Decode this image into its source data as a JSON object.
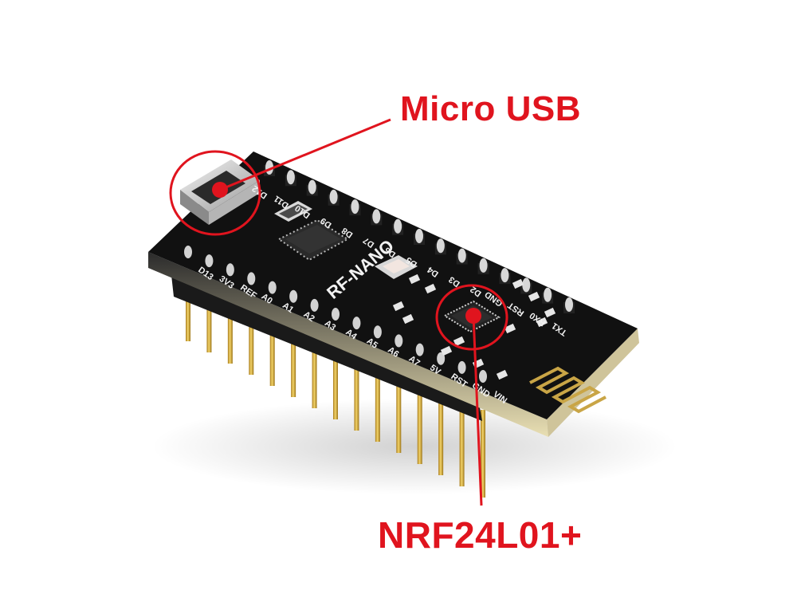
{
  "callouts": {
    "usb_label": "Micro USB",
    "nrf_label": "NRF24L01+"
  },
  "board": {
    "silkscreen_name": "RF-NANO",
    "top_pins": [
      "D12",
      "D11",
      "D10",
      "D9",
      "D8",
      "D7",
      "D6",
      "D5",
      "D4",
      "D3",
      "D2",
      "GND",
      "RST",
      "RX0",
      "TX1"
    ],
    "bottom_pins": [
      "D13",
      "3V3",
      "REF",
      "A0",
      "A1",
      "A2",
      "A3",
      "A4",
      "A5",
      "A6",
      "A7",
      "5V",
      "RST",
      "GND",
      "VIN"
    ]
  },
  "colors": {
    "accent": "#e0141e",
    "pcb": "#111111",
    "silk": "#f2f2f2",
    "gold": "#d4a93a",
    "pin_black": "#1a1a1a",
    "background": "#ffffff"
  }
}
